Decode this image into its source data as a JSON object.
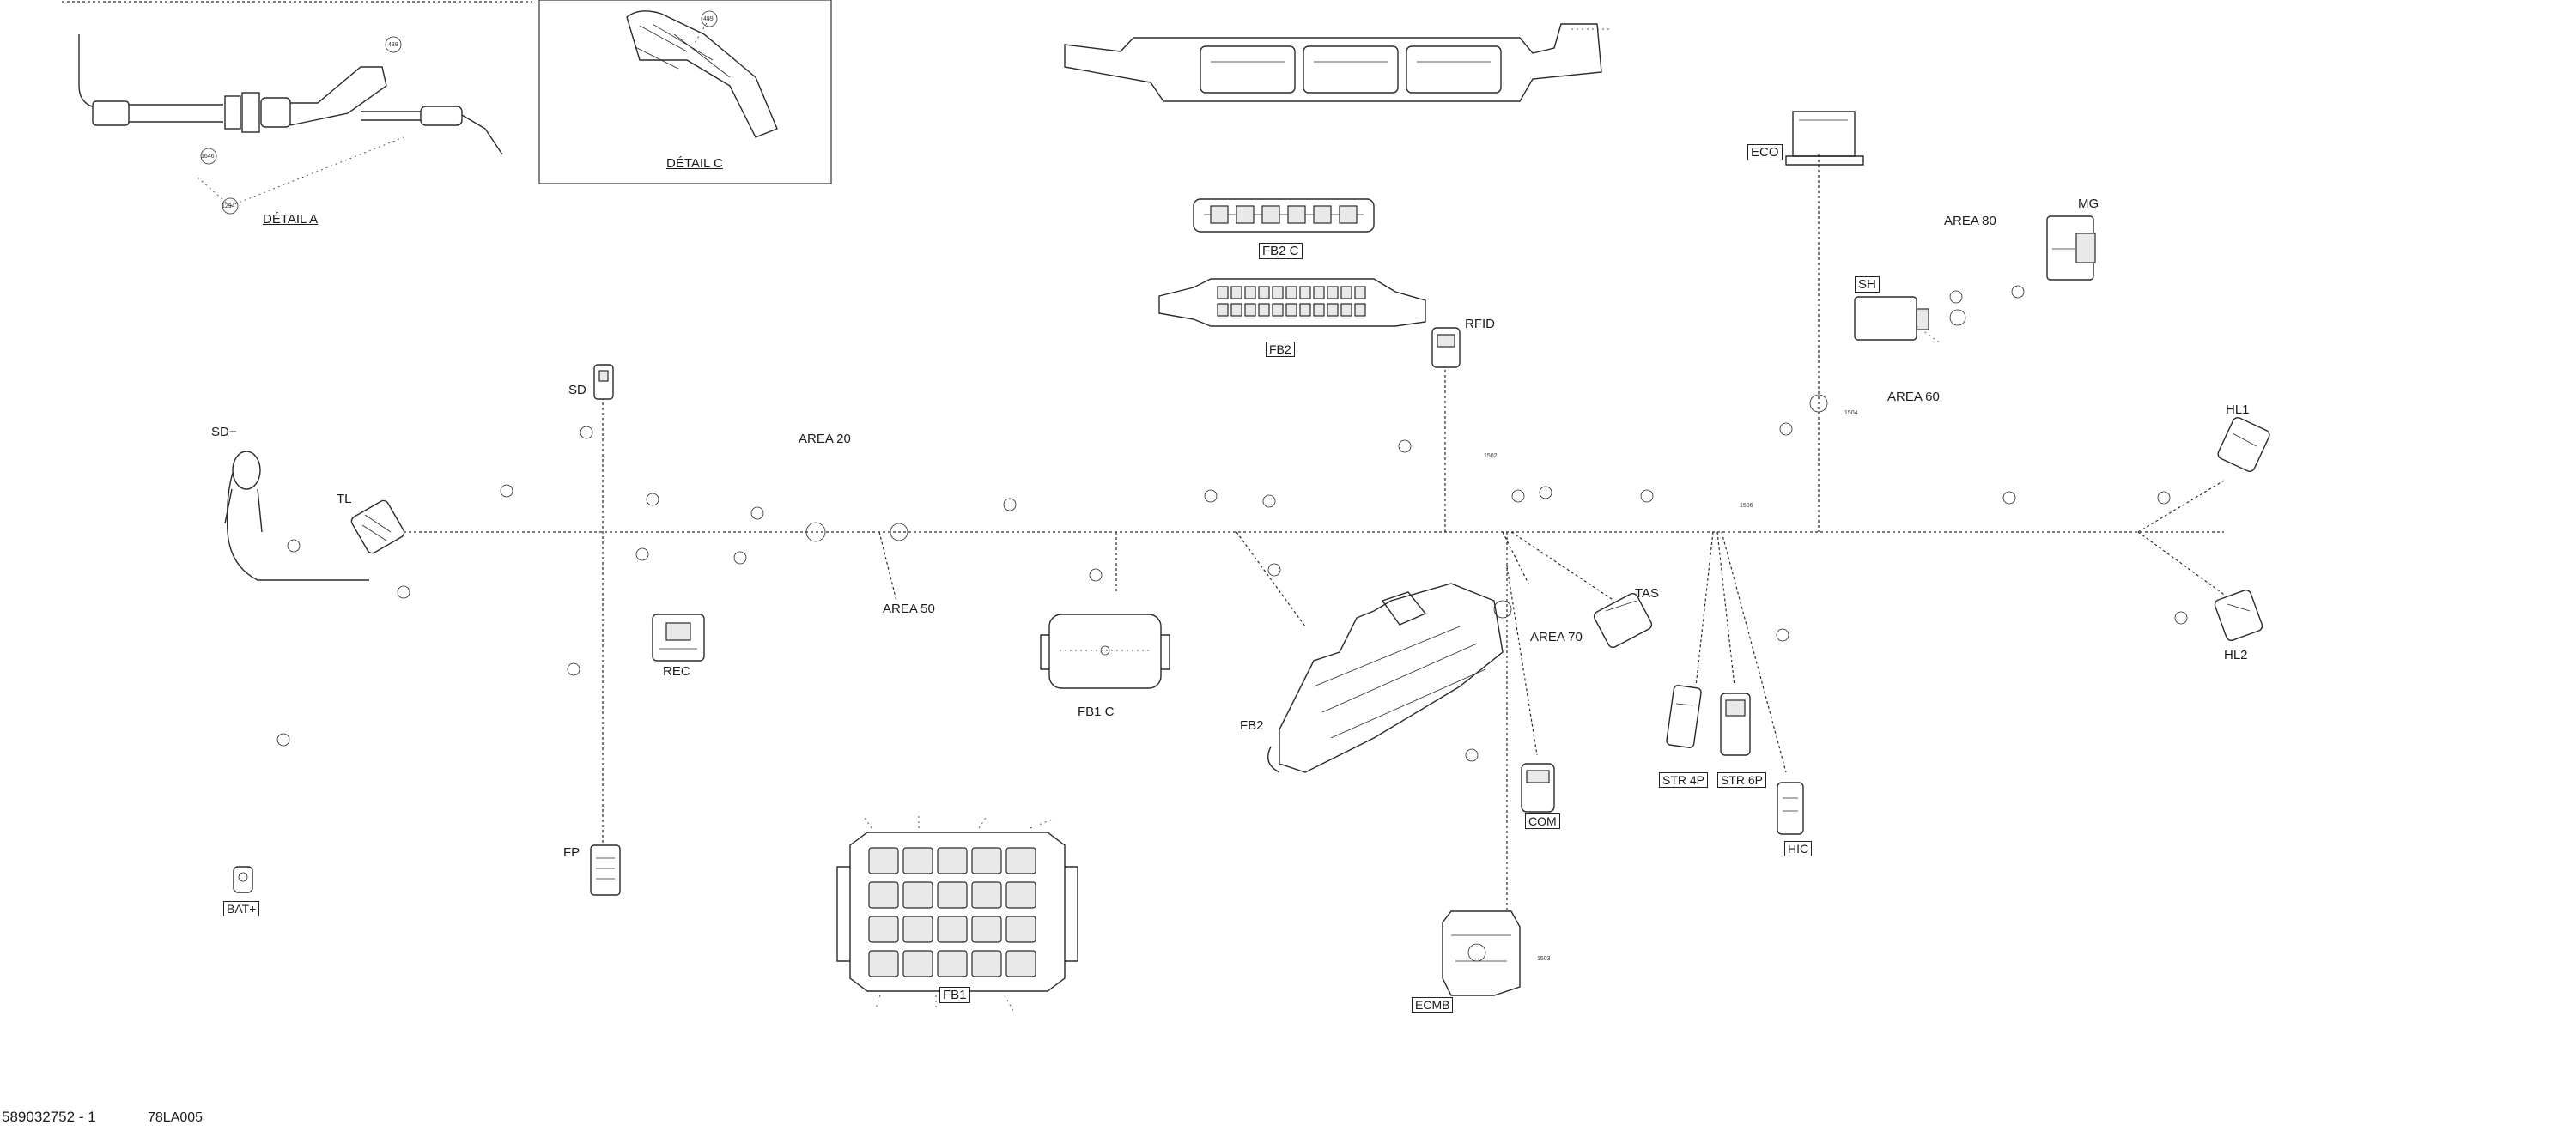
{
  "footer": {
    "part_number": "589032752 - 1",
    "drawing_code": "78LA005"
  },
  "details": [
    {
      "id": "detail-a",
      "label": "DÉTAIL A",
      "callouts": [
        "488",
        "1646",
        "1294"
      ]
    },
    {
      "id": "detail-c",
      "label": "DÉTAIL C",
      "callouts": [
        "489"
      ]
    }
  ],
  "connectors": [
    {
      "id": "sd",
      "label": "SD"
    },
    {
      "id": "sd-minus",
      "label": "SD−"
    },
    {
      "id": "tl",
      "label": "TL"
    },
    {
      "id": "rec",
      "label": "REC"
    },
    {
      "id": "fp",
      "label": "FP"
    },
    {
      "id": "bat-plus",
      "label": "BAT+"
    },
    {
      "id": "fb1",
      "label": "FB1"
    },
    {
      "id": "fb1-c",
      "label": "FB1 C"
    },
    {
      "id": "fb2-c",
      "label": "FB2 C"
    },
    {
      "id": "fb2-top",
      "label": "FB2"
    },
    {
      "id": "fb2-main",
      "label": "FB2"
    },
    {
      "id": "rfid",
      "label": "RFID"
    },
    {
      "id": "eco",
      "label": "ECO"
    },
    {
      "id": "sh",
      "label": "SH"
    },
    {
      "id": "mg",
      "label": "MG"
    },
    {
      "id": "hl1",
      "label": "HL1"
    },
    {
      "id": "hl2",
      "label": "HL2"
    },
    {
      "id": "tas",
      "label": "TAS"
    },
    {
      "id": "com",
      "label": "COM"
    },
    {
      "id": "str4p",
      "label": "STR 4P"
    },
    {
      "id": "str6p",
      "label": "STR 6P"
    },
    {
      "id": "hic",
      "label": "HIC"
    },
    {
      "id": "ecmb",
      "label": "ECMB"
    }
  ],
  "areas": [
    {
      "id": "area20",
      "label": "AREA 20"
    },
    {
      "id": "area50",
      "label": "AREA 50"
    },
    {
      "id": "area60",
      "label": "AREA 60"
    },
    {
      "id": "area70",
      "label": "AREA 70"
    },
    {
      "id": "area80",
      "label": "AREA 80"
    }
  ],
  "callouts": [
    "1504",
    "1506",
    "1502",
    "1503"
  ],
  "colors": {
    "line": "#2a2a2a",
    "paper": "#ffffff"
  }
}
